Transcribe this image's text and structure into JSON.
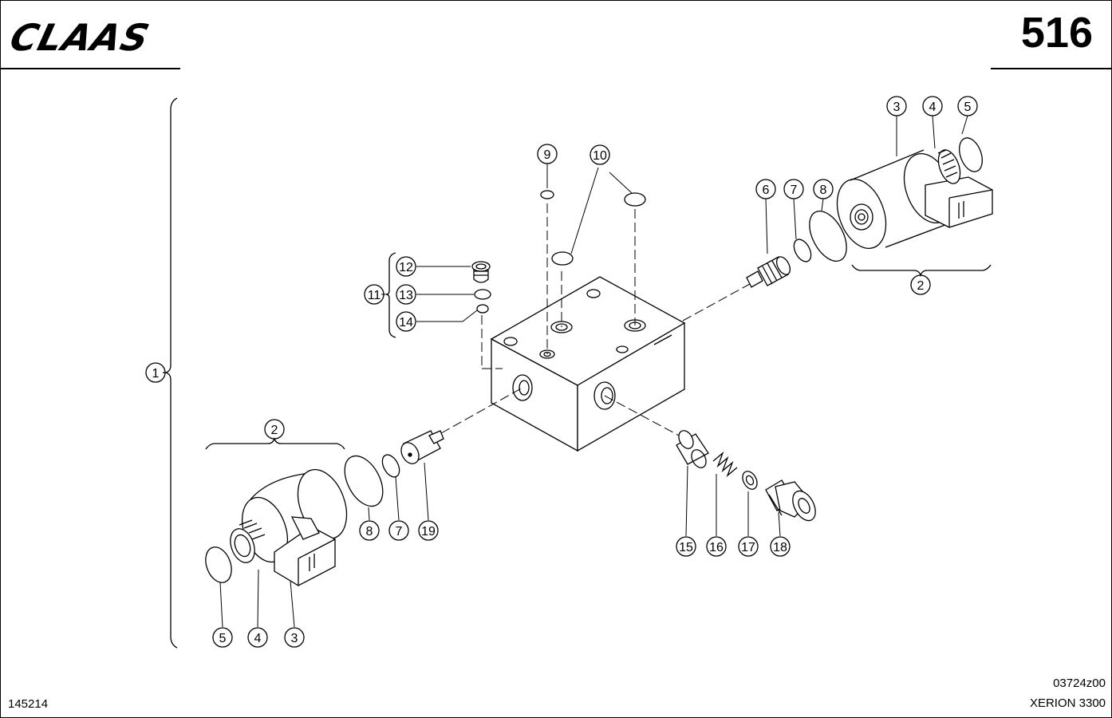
{
  "header": {
    "brand": "CLAAS",
    "page_number": "516"
  },
  "footer": {
    "document_id": "145214",
    "drawing_code": "03724z00",
    "model": "XERION 3300"
  },
  "callouts": [
    {
      "id": "c1",
      "label": "1"
    },
    {
      "id": "c2-left",
      "label": "2"
    },
    {
      "id": "c2-right",
      "label": "2"
    },
    {
      "id": "c3-left",
      "label": "3"
    },
    {
      "id": "c3-right",
      "label": "3"
    },
    {
      "id": "c4-left",
      "label": "4"
    },
    {
      "id": "c4-right",
      "label": "4"
    },
    {
      "id": "c5-left",
      "label": "5"
    },
    {
      "id": "c5-right",
      "label": "5"
    },
    {
      "id": "c6",
      "label": "6"
    },
    {
      "id": "c7-left",
      "label": "7"
    },
    {
      "id": "c7-right",
      "label": "7"
    },
    {
      "id": "c8-left",
      "label": "8"
    },
    {
      "id": "c8-right",
      "label": "8"
    },
    {
      "id": "c9",
      "label": "9"
    },
    {
      "id": "c10",
      "label": "10"
    },
    {
      "id": "c11",
      "label": "11"
    },
    {
      "id": "c12",
      "label": "12"
    },
    {
      "id": "c13",
      "label": "13"
    },
    {
      "id": "c14",
      "label": "14"
    },
    {
      "id": "c15",
      "label": "15"
    },
    {
      "id": "c16",
      "label": "16"
    },
    {
      "id": "c17",
      "label": "17"
    },
    {
      "id": "c18",
      "label": "18"
    },
    {
      "id": "c19",
      "label": "19"
    }
  ],
  "colors": {
    "line": "#000000",
    "paper": "#ffffff"
  }
}
